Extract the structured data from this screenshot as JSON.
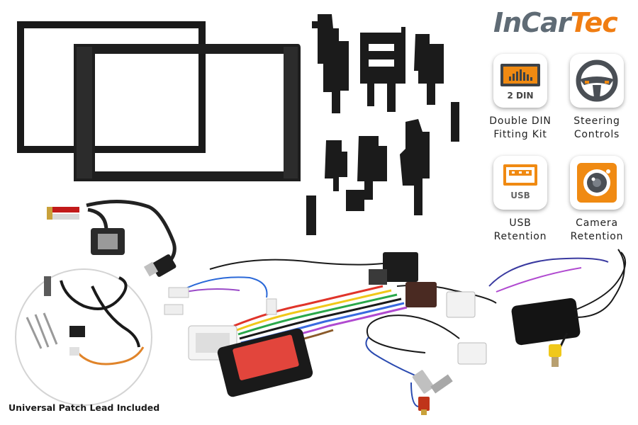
{
  "brand": {
    "part1": "InCar",
    "part2": "Tec"
  },
  "features": [
    {
      "icon": "double-din-icon",
      "badge": "2 DIN",
      "line1": "Double DIN",
      "line2": "Fitting Kit"
    },
    {
      "icon": "steering-wheel-icon",
      "line1": "Steering",
      "line2": "Controls"
    },
    {
      "icon": "usb-icon",
      "badge": "USB",
      "line1": "USB",
      "line2": "Retention"
    },
    {
      "icon": "camera-icon",
      "line1": "Camera",
      "line2": "Retention"
    }
  ],
  "patch_caption": "Universal Patch Lead Included",
  "colors": {
    "brand_grey": "#5f6b75",
    "brand_orange": "#f07d12",
    "icon_orange": "#f08a12",
    "interface_red": "#e2453c"
  }
}
